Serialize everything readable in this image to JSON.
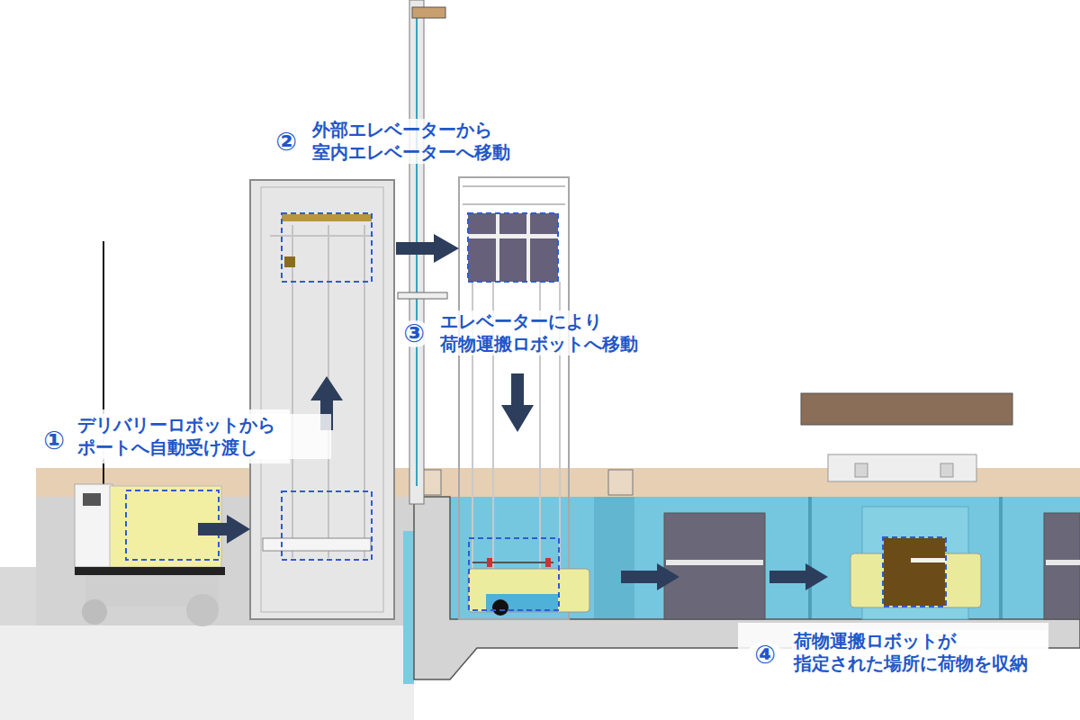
{
  "diagram": {
    "labels": [
      "①",
      "デリバリーロボットから ポートへ自動受け渡し",
      "②",
      "外部エレベーターから 室内エレベーターへ移動",
      "③",
      "エレベーターにより 荷物運搬ロボットへ移動",
      "④",
      "荷物運搬ロボットが 指定された場所に荷物を収納"
    ]
  }
}
